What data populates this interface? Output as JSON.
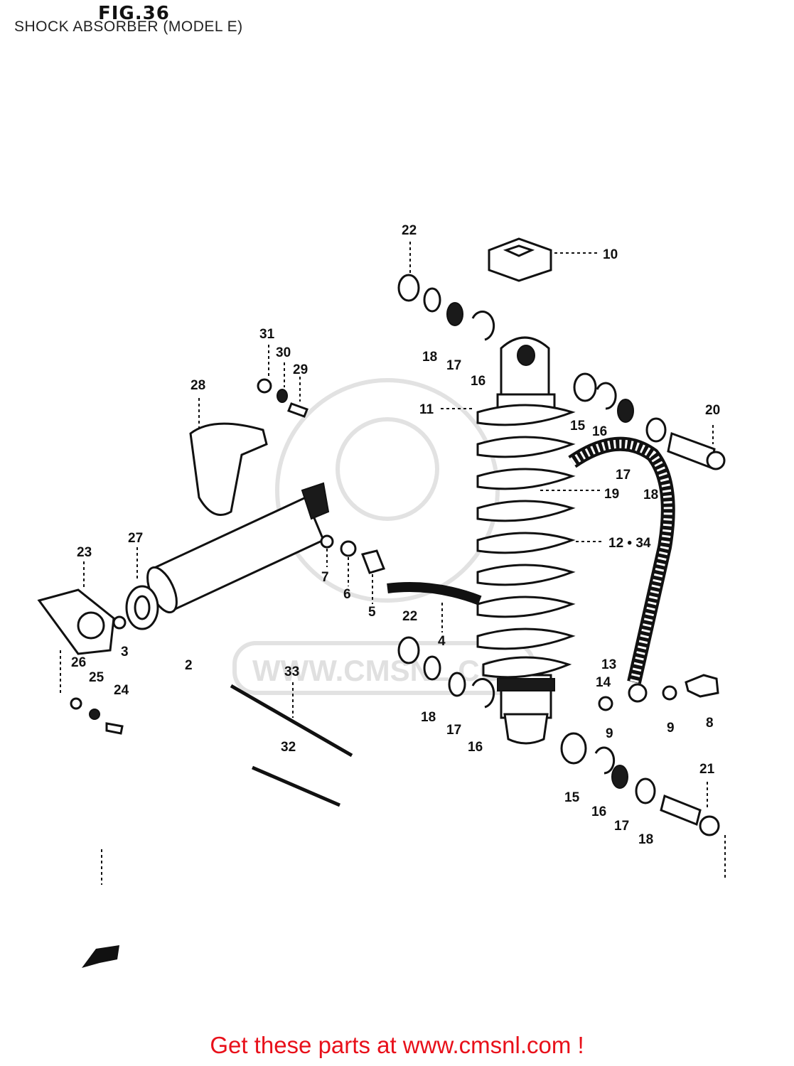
{
  "figure": {
    "label": "FIG.36",
    "title": "SHOCK ABSORBER (MODEL E)"
  },
  "watermark": {
    "text": "WWW.CMSNL.COM",
    "color": "#e0e0e0"
  },
  "callouts": {
    "c2": "2",
    "c3": "3",
    "c4": "4",
    "c5": "5",
    "c6": "6",
    "c7": "7",
    "c8": "8",
    "c9a": "9",
    "c9b": "9",
    "c10": "10",
    "c11": "11",
    "c12": "12 • 34",
    "c13": "13",
    "c14": "14",
    "c15a": "15",
    "c15b": "15",
    "c16a": "16",
    "c16b": "16",
    "c16c": "16",
    "c16d": "16",
    "c17a": "17",
    "c17b": "17",
    "c17c": "17",
    "c17d": "17",
    "c18a": "18",
    "c18b": "18",
    "c18c": "18",
    "c18d": "18",
    "c19": "19",
    "c20": "20",
    "c21": "21",
    "c22a": "22",
    "c22b": "22",
    "c23": "23",
    "c24": "24",
    "c25": "25",
    "c26": "26",
    "c27": "27",
    "c28": "28",
    "c29": "29",
    "c30": "30",
    "c31": "31",
    "c32": "32",
    "c33": "33"
  },
  "footer": {
    "text": "Get these parts at www.cmsnl.com !",
    "color": "#e8101a"
  }
}
